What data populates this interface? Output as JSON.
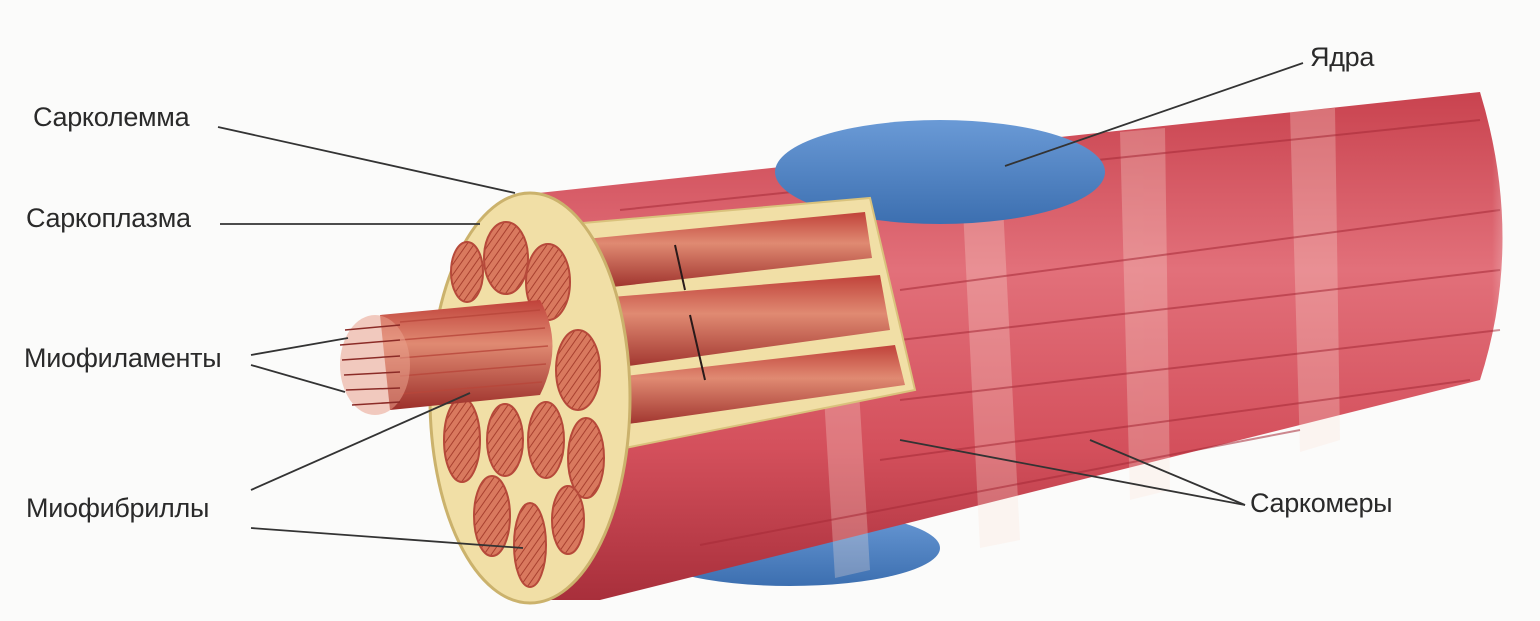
{
  "labels": {
    "sarcolemma": "Сарколемма",
    "sarcoplasm": "Саркоплазма",
    "myofilaments": "Миофиламенты",
    "myofibrils": "Миофибриллы",
    "nuclei": "Ядра",
    "sarcomeres": "Саркомеры"
  },
  "colors": {
    "fiber": "#d9505e",
    "fiber_dark": "#b5343f",
    "membrane": "#f1dfa6",
    "nucleus": "#4f86c6",
    "myofibril": "#c9533f",
    "leader_line": "#333333"
  }
}
